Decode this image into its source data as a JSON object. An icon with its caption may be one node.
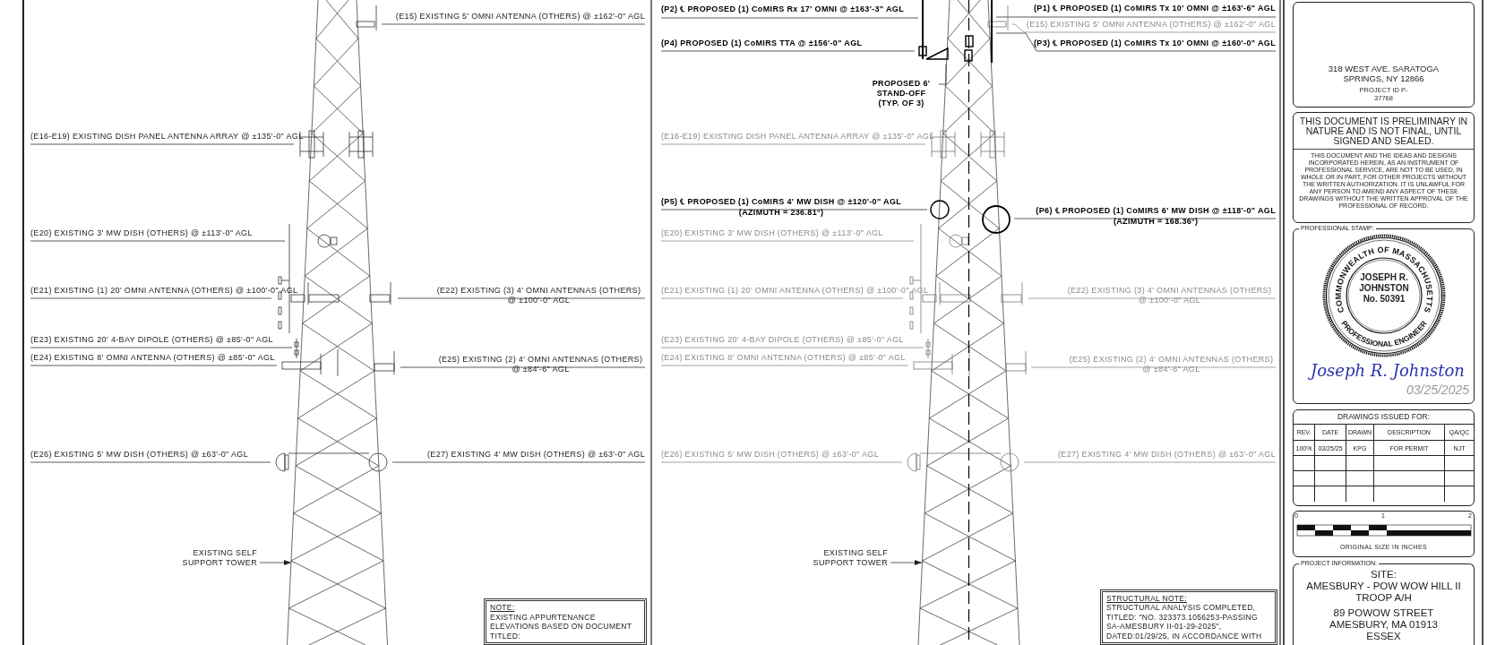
{
  "diagram": {
    "nodes": [
      {
        "text": [
          "(E15) EXISTING 5' OMNI ANTENNA (OTHERS) @ ±162'-0\" AGL"
        ]
      },
      {
        "text": [
          "(E16-E19) EXISTING DISH PANEL ANTENNA ARRAY @ ±135'-0\" AGL"
        ]
      },
      {
        "text": [
          "(E20) EXISTING 3' MW DISH (OTHERS) @ ±113'-0\" AGL"
        ]
      },
      {
        "text": [
          "(E21) EXISTING (1) 20' OMNI ANTENNA (OTHERS) @ ±100'-0\" AGL"
        ]
      },
      {
        "text": [
          "(E22) EXISTING (3) 4' OMNI ANTENNAS (OTHERS) @ ±100'-0\" AGL"
        ]
      },
      {
        "text": [
          "(E23) EXISTING 20' 4-BAY DIPOLE (OTHERS) @ ±85'-0\" AGL"
        ]
      },
      {
        "text": [
          "(E24) EXISTING 8' OMNI ANTENNA (OTHERS) @ ±85'-0\" AGL"
        ]
      },
      {
        "text": [
          "(E25) EXISTING (2) 4' OMNI ANTENNAS (OTHERS) @ ±84'-6\" AGL"
        ]
      },
      {
        "text": [
          "(E26) EXISTING 5' MW DISH (OTHERS) @ ±63'-0\" AGL"
        ]
      },
      {
        "text": [
          "(E27) EXISTING 4' MW DISH (OTHERS) @ ±63'-0\" AGL"
        ]
      },
      {
        "text": [
          "EXISTING SELF SUPPORT TOWER"
        ]
      },
      {
        "text": [
          "NOTE:",
          "EXISTING APPURTENANCE ELEVATIONS BASED ON DOCUMENT TITLED:"
        ]
      },
      {
        "text": [
          "(P2) ℄ PROPOSED (1) CoMIRS Rx 17' OMNI @ ±163'-3\" AGL"
        ]
      },
      {
        "text": [
          "(P4) PROPOSED (1) CoMIRS TTA @ ±156'-0\" AGL"
        ]
      },
      {
        "text": [
          "(P1) ℄ PROPOSED (1) CoMIRS Tx 10' OMNI @ ±163'-6\" AGL"
        ]
      },
      {
        "text": [
          "(E15) EXISTING 5' OMNI ANTENNA (OTHERS) @ ±162'-0\" AGL"
        ]
      },
      {
        "text": [
          "(P3) ℄ PROPOSED (1) CoMIRS Tx 10' OMNI @ ±160'-0\" AGL"
        ]
      },
      {
        "text": [
          "PROPOSED 6' STAND-OFF (TYP. OF 3)"
        ]
      },
      {
        "text": [
          "(E16-E19) EXISTING DISH PANEL ANTENNA ARRAY @ ±135'-0\" AGL"
        ]
      },
      {
        "text": [
          "(P5) ℄ PROPOSED (1) CoMIRS 4' MW DISH @ ±120'-0\" AGL"
        ],
        "beside": [
          "(AZIMUTH = 236.81°)"
        ]
      },
      {
        "text": [
          "(E20) EXISTING 3' MW DISH (OTHERS) @ ±113'-0\" AGL"
        ]
      },
      {
        "text": [
          "(P6) ℄ PROPOSED (1) CoMIRS 6' MW DISH @ ±118'-0\" AGL"
        ],
        "beside": [
          "(AZIMUTH = 168.36°)"
        ]
      },
      {
        "text": [
          "(E21) EXISTING (1) 20' OMNI ANTENNA (OTHERS) @ ±100'-0\" AGL"
        ]
      },
      {
        "text": [
          "(E22) EXISTING (3) 4' OMNI ANTENNAS (OTHERS) @ ±100'-0\" AGL"
        ]
      },
      {
        "text": [
          "(E23) EXISTING 20' 4-BAY DIPOLE (OTHERS) @ ±85'-0\" AGL"
        ]
      },
      {
        "text": [
          "(E24) EXISTING 8' OMNI ANTENNA (OTHERS) @ ±85'-0\" AGL"
        ]
      },
      {
        "text": [
          "(E25) EXISTING (2) 4' OMNI ANTENNAS (OTHERS) @ ±84'-6\" AGL"
        ]
      },
      {
        "text": [
          "(E26) EXISTING 5' MW DISH (OTHERS) @ ±63'-0\" AGL"
        ]
      },
      {
        "text": [
          "(E27) EXISTING 4' MW DISH (OTHERS) @ ±63'-0\" AGL"
        ]
      },
      {
        "text": [
          "EXISTING SELF SUPPORT TOWER"
        ]
      },
      {
        "text": [
          "STRUCTURAL NOTE:",
          "STRUCTURAL ANALYSIS COMPLETED, TITLED: \"NO. 323373.1056253-PASSING SA-AMESBURY II-01-29-2025\", DATED:01/29/25, IN ACCORDANCE WITH"
        ]
      },
      {
        "text": [
          "318 WEST AVE. SARATOGA SPRINGS, NY 12866",
          "PROJECT ID P-37768"
        ]
      },
      {
        "text": [
          "THIS DOCUMENT IS PRELIMINARY IN NATURE AND IS NOT FINAL, UNTIL SIGNED AND SEALED.",
          "THIS DOCUMENT AND THE IDEAS AND DESIGNS INCORPORATED HEREIN, AS AN INSTRUMENT OF PROFESSIONAL SERVICE, ARE NOT TO BE USED, IN WHOLE OR IN PART, FOR OTHER PROJECTS WITHOUT THE WRITTEN AUTHORIZATION. IT IS UNLAWFUL FOR ANY PERSON TO AMEND ANY ASPECT OF THESE DRAWINGS WITHOUT THE WRITTEN APPROVAL OF THE PROFESSIONAL OF RECORD."
        ]
      },
      {
        "text": [
          "PROFESSIONAL STAMP:"
        ]
      },
      {
        "text": [
          "COMMONWEALTH OF MASSACHUSETTS",
          "JOSEPH R. JOHNSTON No. 50391",
          "PROFESSIONAL ENGINEER"
        ],
        "in": 33
      },
      {
        "text": [
          "DRAWINGS ISSUED FOR:"
        ]
      },
      {
        "text": [
          "ORIGINAL SIZE IN INCHES"
        ]
      },
      {
        "text": [
          "PROJECT INFORMATION:",
          "SITE:",
          "AMESBURY - POW WOW HILL II TROOP A/H",
          "89 POWOW STREET AMESBURY, MA 01913 ESSEX"
        ]
      },
      {
        "text": [],
        "shape": "picture"
      },
      {
        "text": [],
        "shape": "picture"
      }
    ],
    "edges": [
      {
        "from": 0,
        "to": 38,
        "arrow": "none"
      },
      {
        "from": 1,
        "to": 38,
        "arrow": "none"
      },
      {
        "from": 2,
        "to": 38,
        "arrow": "none"
      },
      {
        "from": 3,
        "to": 38,
        "arrow": "none"
      },
      {
        "from": 4,
        "to": 38,
        "arrow": "none"
      },
      {
        "from": 5,
        "to": 38,
        "arrow": "none"
      },
      {
        "from": 6,
        "to": 38,
        "arrow": "none"
      },
      {
        "from": 7,
        "to": 38,
        "arrow": "none"
      },
      {
        "from": 8,
        "to": 38,
        "arrow": "none"
      },
      {
        "from": 9,
        "to": 38,
        "arrow": "none"
      },
      {
        "from": 10,
        "to": 38,
        "arrow": "to"
      },
      {
        "from": 12,
        "to": 39,
        "arrow": "none"
      },
      {
        "from": 13,
        "to": 39,
        "arrow": "none"
      },
      {
        "from": 14,
        "to": 39,
        "arrow": "none"
      },
      {
        "from": 15,
        "to": 39,
        "arrow": "none",
        "color": "#8a8a8a"
      },
      {
        "from": 16,
        "to": 39,
        "arrow": "none"
      },
      {
        "from": 17,
        "to": 39,
        "arrow": "none"
      },
      {
        "from": 18,
        "to": 39,
        "arrow": "none",
        "color": "#8a8a8a"
      },
      {
        "from": 19,
        "to": 39,
        "arrow": "none"
      },
      {
        "from": 20,
        "to": 39,
        "arrow": "none",
        "color": "#8a8a8a"
      },
      {
        "from": 21,
        "to": 39,
        "arrow": "none"
      },
      {
        "from": 22,
        "to": 39,
        "arrow": "none",
        "color": "#8a8a8a"
      },
      {
        "from": 23,
        "to": 39,
        "arrow": "none",
        "color": "#8a8a8a"
      },
      {
        "from": 24,
        "to": 39,
        "arrow": "none",
        "color": "#8a8a8a"
      },
      {
        "from": 25,
        "to": 39,
        "arrow": "none",
        "color": "#8a8a8a"
      },
      {
        "from": 26,
        "to": 39,
        "arrow": "none",
        "color": "#8a8a8a"
      },
      {
        "from": 27,
        "to": 39,
        "arrow": "none",
        "color": "#8a8a8a"
      },
      {
        "from": 28,
        "to": 39,
        "arrow": "none",
        "color": "#8a8a8a"
      },
      {
        "from": 29,
        "to": 39,
        "arrow": "to"
      }
    ],
    "labels": [
      "Joseph R. Johnston",
      "03/25/2025",
      "REV.",
      "DATE",
      "DRAWN",
      "DESCRIPTION",
      "QA/QC",
      "100%",
      "03/25/25",
      "KPG",
      "FOR PERMIT",
      "NJT",
      "0",
      "1",
      "2"
    ]
  }
}
